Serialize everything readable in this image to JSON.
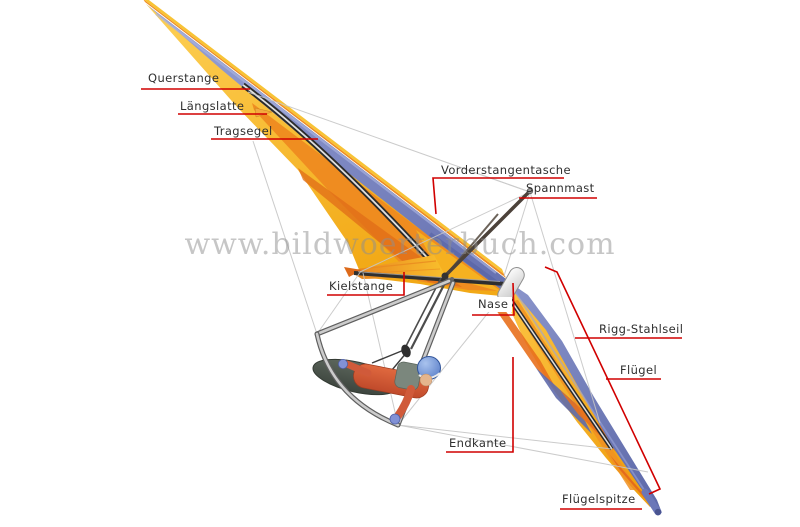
{
  "watermark": "www.bildwoerterbuch.com",
  "labels": {
    "querstange": "Querstange",
    "laengslatte": "Längslatte",
    "tragsegel": "Tragsegel",
    "vorderstangentasche": "Vorderstangentasche",
    "spannmast": "Spannmast",
    "kielstange": "Kielstange",
    "nase": "Nase",
    "rigg_stahlseil": "Rigg-Stahlseil",
    "fluegel": "Flügel",
    "endkante": "Endkante",
    "fluegelspitze": "Flügelspitze"
  },
  "colors": {
    "callout_line": "#d10000",
    "label_text": "#2f2f2f",
    "sail_yellow": "#f6b71f",
    "sail_orange": "#ee8a20",
    "sail_dark_orange": "#e06c18",
    "leading_edge_blue": "#7b86c2",
    "violet_patch": "#5f6aab",
    "tube_gray": "#c9c9c9",
    "wire_gray": "#c6c6c6",
    "pilot_suit": "#d05a3a",
    "helmet_blue": "#6f94d0",
    "watermark_gray": "#8f8f8f"
  }
}
